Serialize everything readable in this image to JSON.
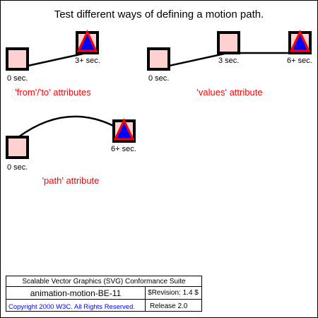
{
  "title": "Test different ways of defining a motion path.",
  "demos": {
    "from_to": {
      "label": "'from'/'to' attributes",
      "start_time": "0 sec.",
      "end_time": "3+ sec."
    },
    "values": {
      "label": "'values' attribute",
      "start_time": "0 sec.",
      "mid_time": "3 sec.",
      "end_time": "6+ sec."
    },
    "path": {
      "label": "'path' attribute",
      "start_time": "0 sec.",
      "end_time": "6+ sec."
    }
  },
  "footer": {
    "suite": "Scalable Vector Graphics (SVG) Conformance Suite",
    "test_name": "animation-motion-BE-11",
    "revision": "$Revision: 1.4 $",
    "copyright": "Copyright 2000 W3C. All Rights Reserved.",
    "release": "Release 2.0"
  },
  "colors": {
    "square_fill": "#ffd0d0",
    "triangle_fill": "#0000ff",
    "triangle_stroke": "#ff0000",
    "label_red": "#ff0000",
    "copyright_blue": "#0000ff"
  },
  "icons": {
    "start_marker": "pink-square",
    "end_marker": "square-with-blue-triangle"
  }
}
